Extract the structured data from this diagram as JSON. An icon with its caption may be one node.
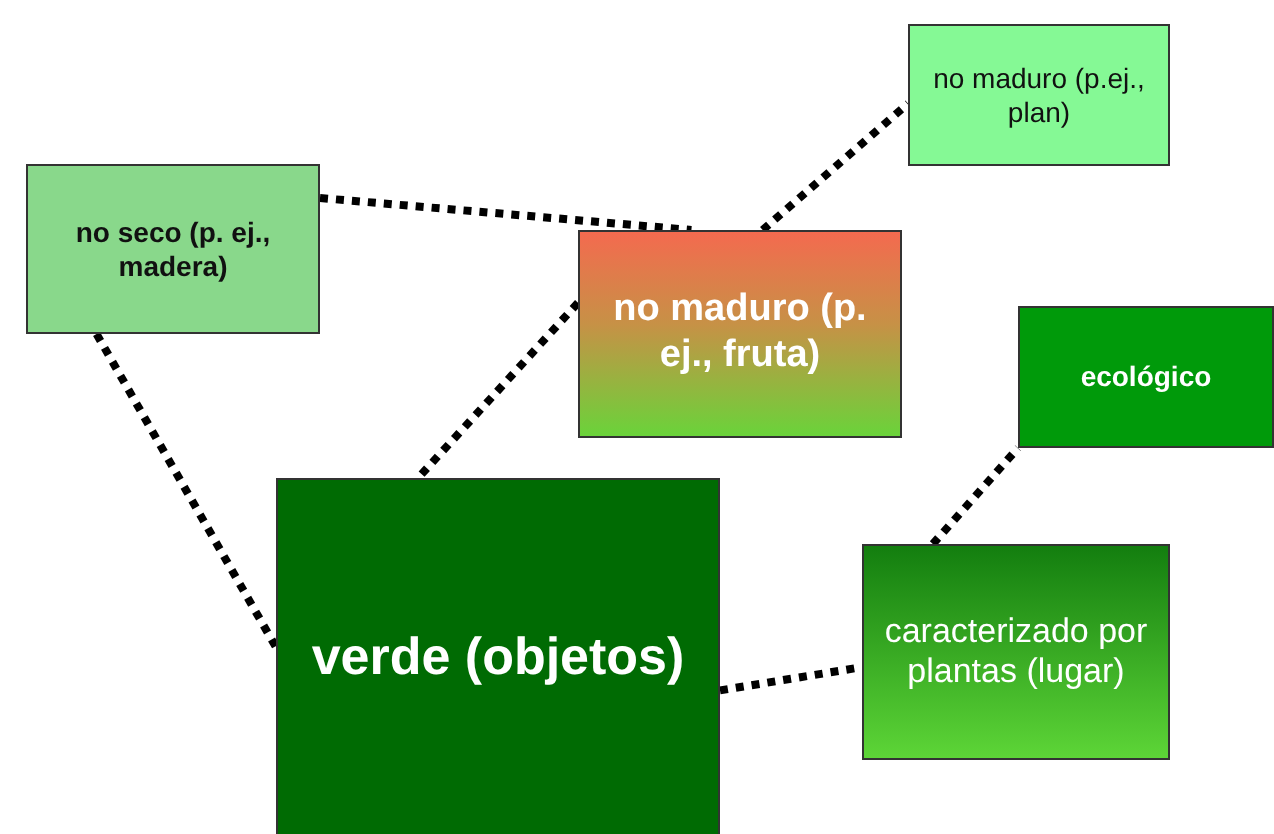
{
  "diagram": {
    "nodes": [
      {
        "text": [
          "no maduro (p.ej., plan)"
        ]
      },
      {
        "text": [
          "no seco (p. ej., madera)"
        ]
      },
      {
        "text": [
          "no maduro (p. ej., fruta)"
        ]
      },
      {
        "text": [
          "ecológico"
        ]
      },
      {
        "text": [
          "verde (objetos)"
        ]
      },
      {
        "text": [
          "caracterizado por plantas (lugar)"
        ]
      }
    ],
    "edges": [
      {
        "from": 1,
        "to": 2,
        "arrow": "none"
      },
      {
        "from": 2,
        "to": 0,
        "arrow": "none"
      },
      {
        "from": 2,
        "to": 4,
        "arrow": "none"
      },
      {
        "from": 1,
        "to": 4,
        "arrow": "none"
      },
      {
        "from": 4,
        "to": 5,
        "arrow": "none"
      },
      {
        "from": 5,
        "to": 3,
        "arrow": "none"
      }
    ]
  }
}
